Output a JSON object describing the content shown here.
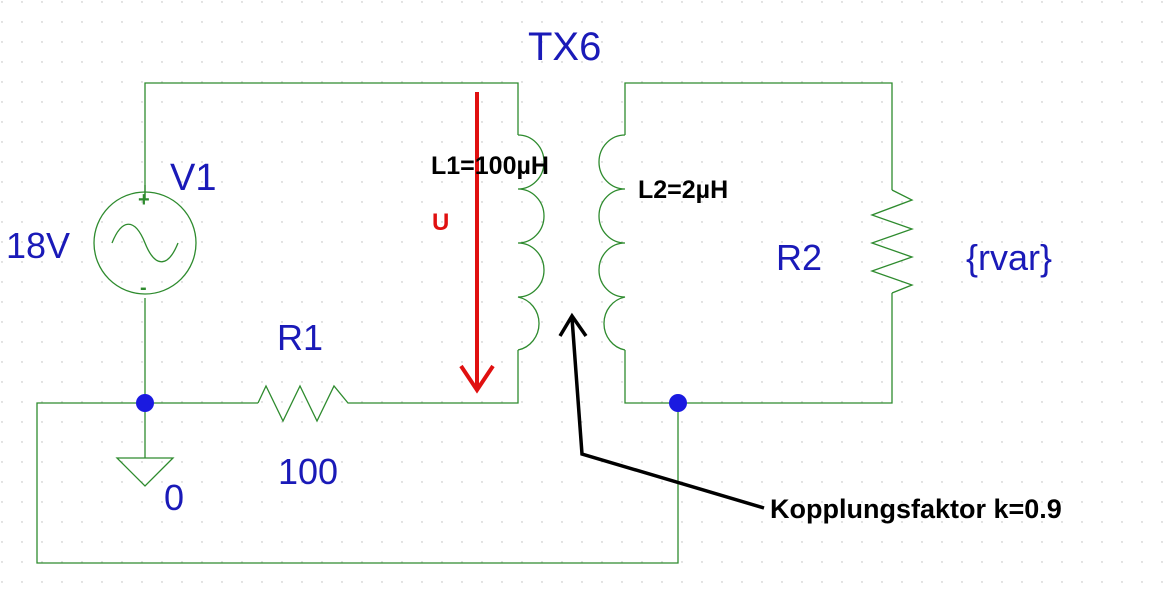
{
  "schematic": {
    "transformer_name": "TX6",
    "source_name": "V1",
    "source_value": "18V",
    "source_plus": "+",
    "source_minus": "-",
    "r1_name": "R1",
    "r1_value": "100",
    "r2_name": "R2",
    "r2_value": "{rvar}",
    "l1_label": "L1=100µH",
    "l2_label": "L2=2µH",
    "voltage_label": "U",
    "ground_label": "0",
    "coupling_label": "Kopplungsfaktor k=0.9"
  },
  "colors": {
    "wire": "#2e8b2e",
    "label": "#1a1ab8",
    "arrow": "#e01010",
    "annotation": "#000000",
    "node": "#1a1ae0"
  }
}
